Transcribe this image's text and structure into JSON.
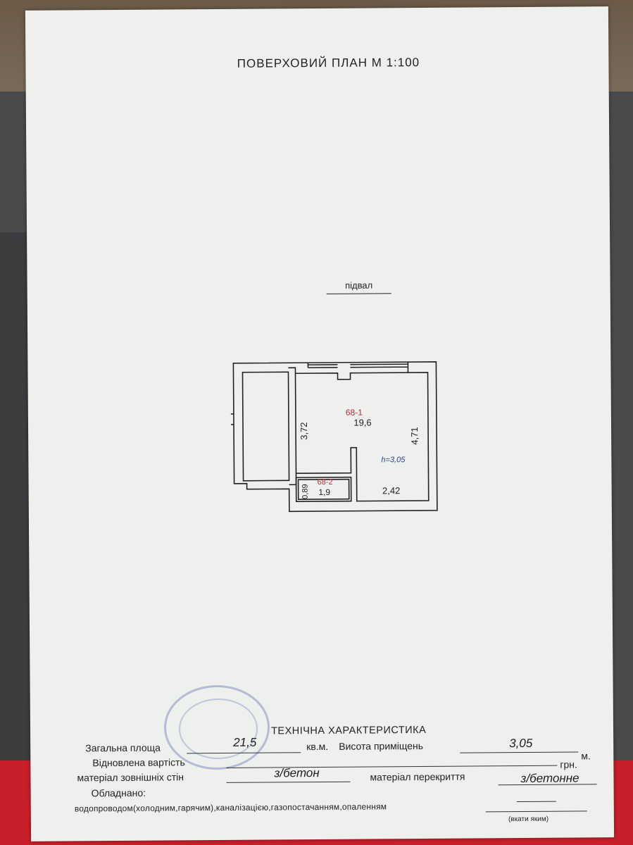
{
  "header": {
    "title": "ПОВЕРХОВИЙ ПЛАН М 1:100",
    "floor": "підвал"
  },
  "plan": {
    "room1_id": "68-1",
    "room1_area": "19,6",
    "room2_id": "68-2",
    "room2_area": "1,9",
    "dim_left": "3,72",
    "dim_right": "4,71",
    "dim_small": "0,89",
    "dim_bottom": "2,42",
    "height_note": "h=3,05",
    "id_color": "#c0303a"
  },
  "tech": {
    "title": "ТЕХНІЧНА ХАРАКТЕРИСТИКА",
    "total_area_label": "Загальна площа",
    "total_area_value": "21,5",
    "area_unit": "кв.м.",
    "height_label": "Висота приміщень",
    "height_value": "3,05",
    "height_unit": "м.",
    "cost_label": "Відновлена вартість",
    "cost_unit": "грн.",
    "walls_label": "матеріал зовнішніх стін",
    "walls_value": "з/бетон",
    "ceiling_label": "матеріал перекриття",
    "ceiling_value": "з/бетонне",
    "equipped_label": "Обладнано:",
    "equipment_text": "водопроводом(холодним,гарячим),каналізацією,газопостачанням,опаленням",
    "note": "(вкати яким)"
  }
}
